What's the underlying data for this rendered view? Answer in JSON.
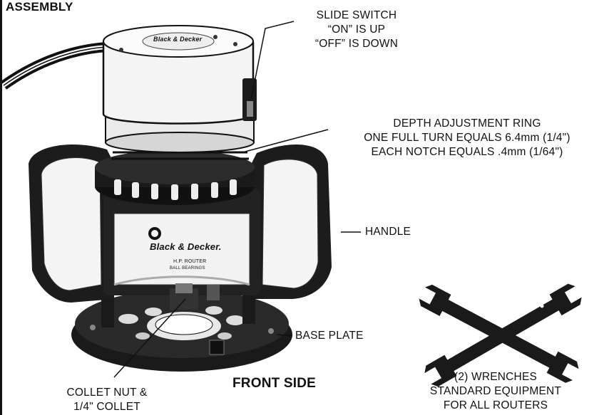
{
  "heading": "ASSEMBLY",
  "callouts": {
    "slide_switch": [
      "SLIDE SWITCH",
      "“ON” IS UP",
      "“OFF” IS DOWN"
    ],
    "depth_ring": [
      "DEPTH ADJUSTMENT RING",
      "ONE FULL TURN EQUALS 6.4mm (1/4\")",
      "EACH NOTCH EQUALS .4mm (1/64\")"
    ],
    "handle": "HANDLE",
    "base_plate": "BASE PLATE",
    "collet": [
      "COLLET NUT &",
      "1/4\" COLLET"
    ],
    "front_side": "FRONT SIDE",
    "wrenches": [
      "(2) WRENCHES",
      "STANDARD EQUIPMENT",
      "FOR ALL ROUTERS"
    ]
  },
  "brand_plate": {
    "top_logo": "Black & Decker",
    "logo": "Black & Decker.",
    "model": "H.P. ROUTER",
    "subtitle": "BALL BEARINGS"
  }
}
